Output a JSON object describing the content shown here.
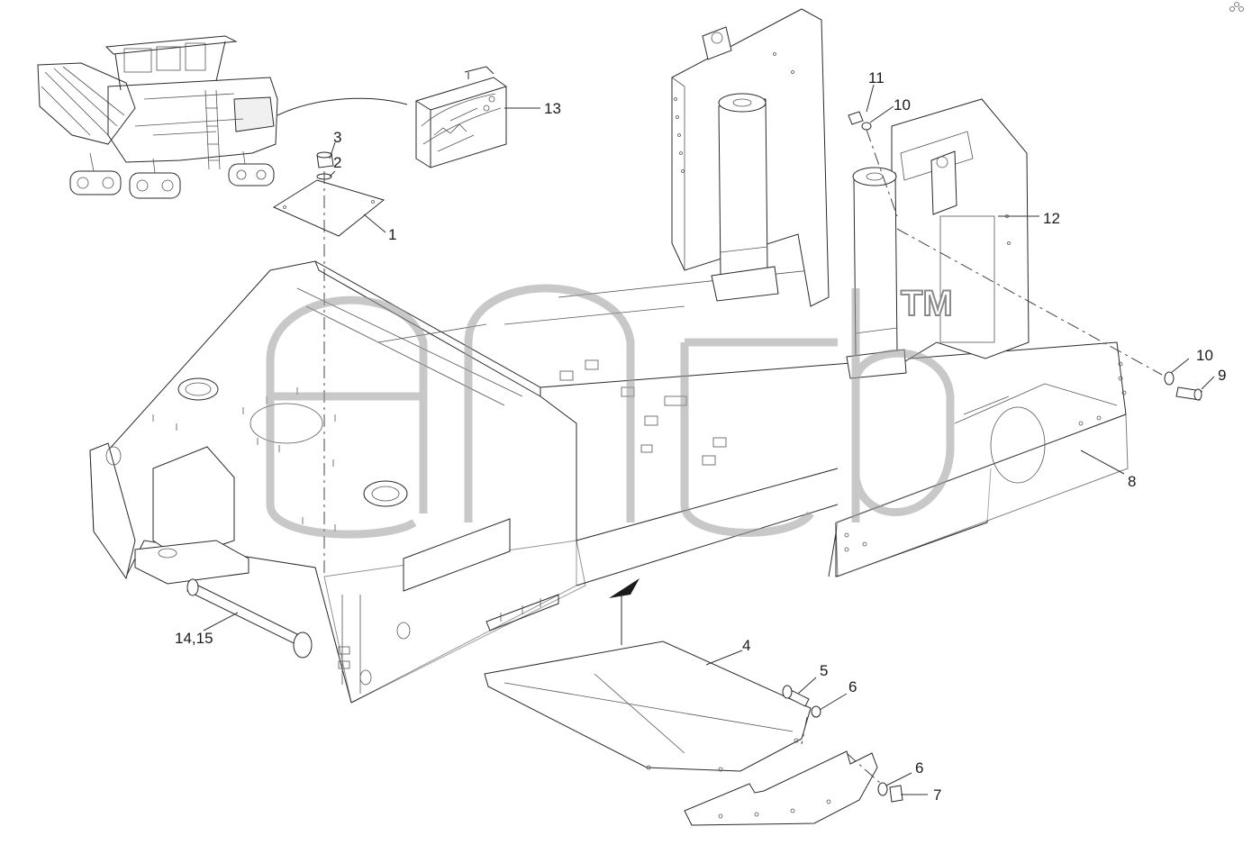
{
  "watermark": {
    "text": "TM",
    "color": "#9a9a9a"
  },
  "callouts": [
    {
      "id": "1",
      "text": "1"
    },
    {
      "id": "2",
      "text": "2"
    },
    {
      "id": "3",
      "text": "3"
    },
    {
      "id": "4",
      "text": "4"
    },
    {
      "id": "5",
      "text": "5"
    },
    {
      "id": "6a",
      "text": "6"
    },
    {
      "id": "6b",
      "text": "6"
    },
    {
      "id": "7",
      "text": "7"
    },
    {
      "id": "8",
      "text": "8"
    },
    {
      "id": "9",
      "text": "9"
    },
    {
      "id": "10a",
      "text": "10"
    },
    {
      "id": "10b",
      "text": "10"
    },
    {
      "id": "11",
      "text": "11"
    },
    {
      "id": "12",
      "text": "12"
    },
    {
      "id": "13",
      "text": "13"
    },
    {
      "id": "14",
      "text": "14,15"
    }
  ],
  "colors": {
    "line": "#2a2a2a",
    "background": "#ffffff"
  }
}
